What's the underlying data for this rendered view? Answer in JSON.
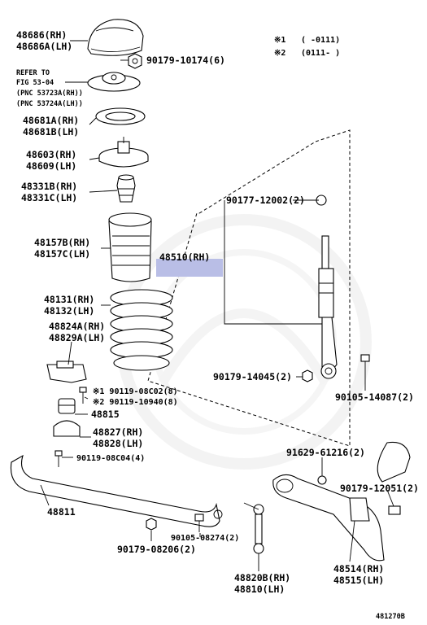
{
  "notes": {
    "n1_mark": "※1",
    "n1_text": "(     -0111)",
    "n2_mark": "※2",
    "n2_text": "(0111-     )"
  },
  "labels": {
    "p48686": [
      "48686(RH)",
      "48686A(LH)"
    ],
    "p90179_10174": "90179-10174(6)",
    "refer": [
      "REFER TO",
      "FIG 53-04",
      "(PNC 53723A(RH))",
      "(PNC 53724A(LH))"
    ],
    "p48681": [
      "48681A(RH)",
      "48681B(LH)"
    ],
    "p48603": [
      "48603(RH)",
      "48609(LH)"
    ],
    "p48331": [
      "48331B(RH)",
      "48331C(LH)"
    ],
    "p48157": [
      "48157B(RH)",
      "48157C(LH)"
    ],
    "p48510": "48510(RH)",
    "p90177": "90177-12002(2)",
    "p48131": [
      "48131(RH)",
      "48132(LH)"
    ],
    "p48824": [
      "48824A(RH)",
      "48829A(LH)"
    ],
    "p90179_14045": "90179-14045(2)",
    "p90105_14087": "90105-14087(2)",
    "p90119_08c02": "※1 90119-08C02(8)",
    "p90119_10940": "※2 90119-10940(8)",
    "p48815": "48815",
    "p48827": [
      "48827(RH)",
      "48828(LH)"
    ],
    "p90119_08c04": "90119-08C04(4)",
    "p91629": "91629-61216(2)",
    "p90179_12051": "90179-12051(2)",
    "p48811": "48811",
    "p90105_08274": "90105-08274(2)",
    "p90179_08206": "90179-08206(2)",
    "p48820": [
      "48820B(RH)",
      "48810(LH)"
    ],
    "p48514": [
      "48514(RH)",
      "48515(LH)"
    ],
    "fig_code": "481270B"
  },
  "colors": {
    "ink": "#000000",
    "highlight": "#b9bee6",
    "watermark": "#ececec"
  }
}
